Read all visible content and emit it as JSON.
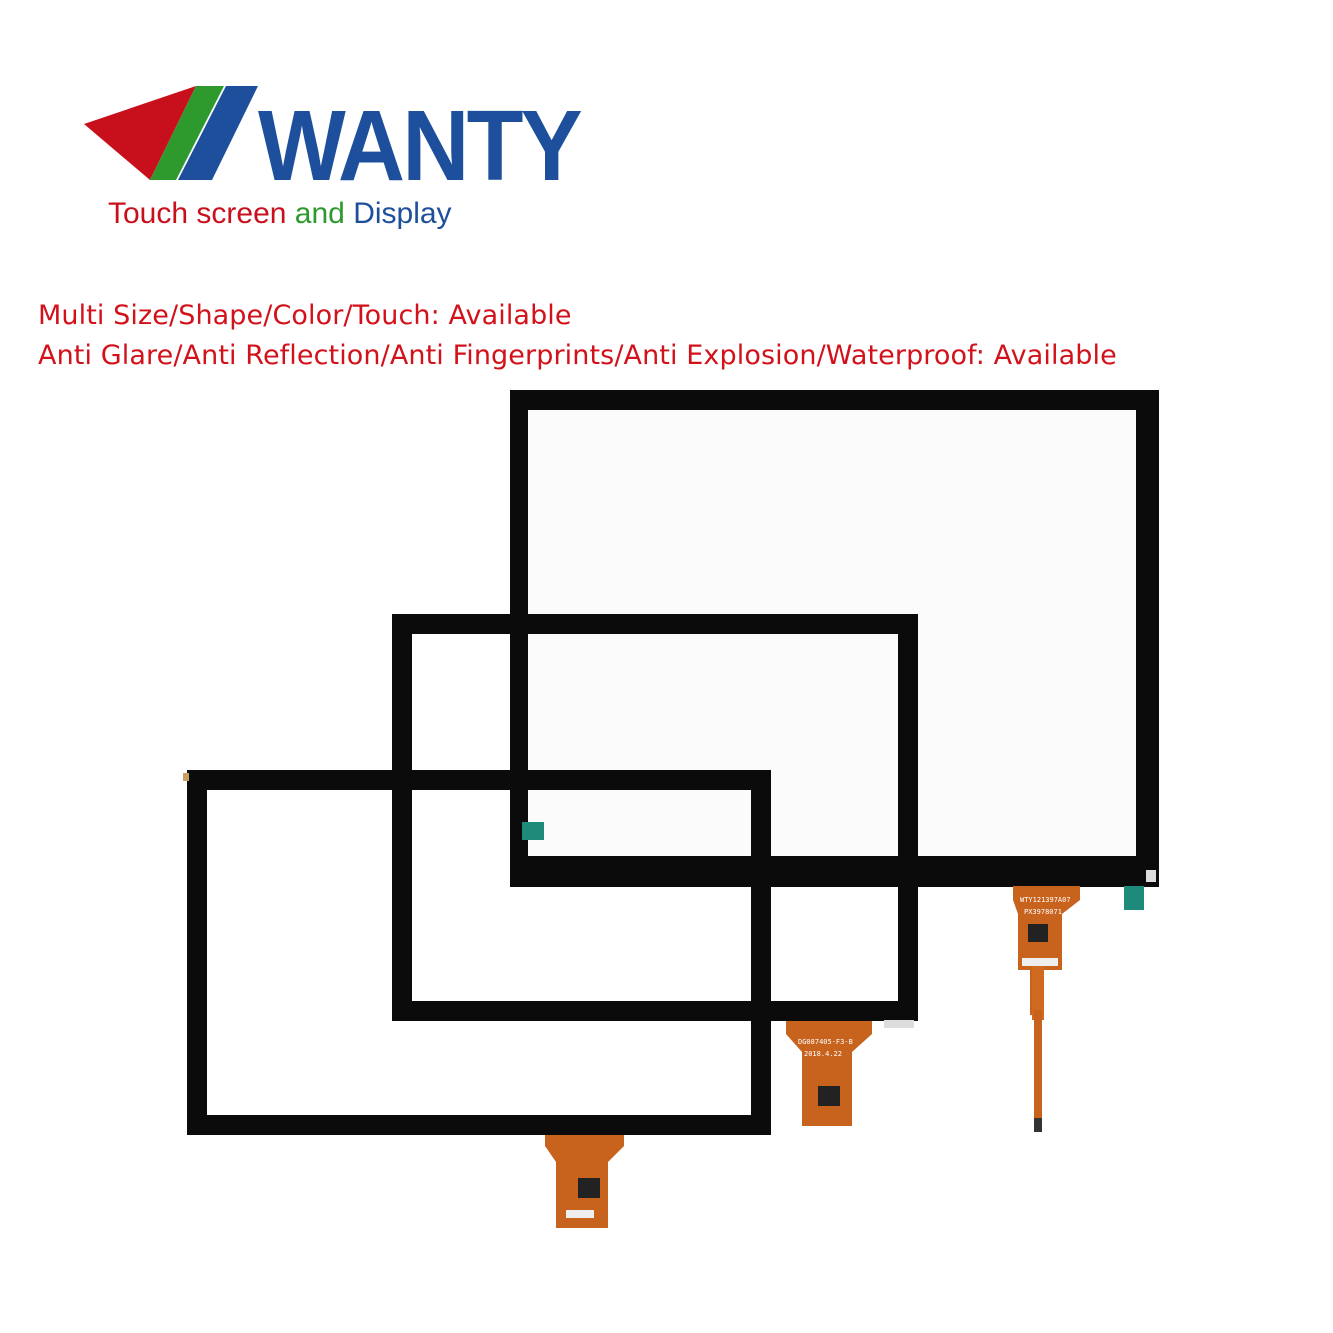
{
  "brand": {
    "name": "WANTY",
    "tagline": {
      "part1": "Touch screen",
      "part2": "and",
      "part3": "Display"
    },
    "colors": {
      "red": "#c8101c",
      "green": "#2e9a2e",
      "blue": "#1d4f9c"
    }
  },
  "features": [
    "Multi Size/Shape/Color/Touch: Available",
    "Anti Glare/Anti Reflection/Anti Fingerprints/Anti Explosion/Waterproof: Available"
  ],
  "panels": [
    {
      "id": "panel-large",
      "fpc_label_line1": "WTY121397A07",
      "fpc_label_line2": "PX3978071"
    },
    {
      "id": "panel-medium",
      "fpc_label_line1": "DG087405-F3-B",
      "fpc_label_line2": "2018.4.22"
    },
    {
      "id": "panel-small"
    }
  ],
  "colors": {
    "bezel": "#0b0b0b",
    "glass": "#ffffff",
    "fpc": "#c8631e"
  }
}
